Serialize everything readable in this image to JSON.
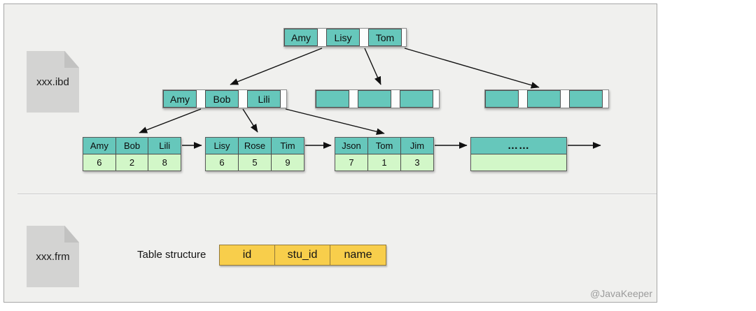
{
  "watermark": "@JavaKeeper",
  "files": {
    "ibd_label": "xxx.ibd",
    "frm_label": "xxx.frm"
  },
  "btree": {
    "root": {
      "keys": [
        "Amy",
        "Lisy",
        "Tom"
      ]
    },
    "internal_nodes": [
      {
        "keys": [
          "Amy",
          "Bob",
          "Lili"
        ]
      },
      {
        "keys": [
          "",
          "",
          ""
        ]
      },
      {
        "keys": [
          "",
          "",
          ""
        ]
      }
    ],
    "leaf_nodes": [
      {
        "keys": [
          "Amy",
          "Bob",
          "Lili"
        ],
        "values": [
          "6",
          "2",
          "8"
        ]
      },
      {
        "keys": [
          "Lisy",
          "Rose",
          "Tim"
        ],
        "values": [
          "6",
          "5",
          "9"
        ]
      },
      {
        "keys": [
          "Json",
          "Tom",
          "Jim"
        ],
        "values": [
          "7",
          "1",
          "3"
        ]
      },
      {
        "keys": [
          "……"
        ],
        "values": [
          ""
        ]
      }
    ]
  },
  "table_structure": {
    "label": "Table structure",
    "columns": [
      "id",
      "stu_id",
      "name"
    ]
  },
  "colors": {
    "node_teal": "#66c7bb",
    "leaf_green": "#d2f7c8",
    "table_yellow": "#f8ce4b",
    "panel_bg": "#f0f0ee"
  }
}
